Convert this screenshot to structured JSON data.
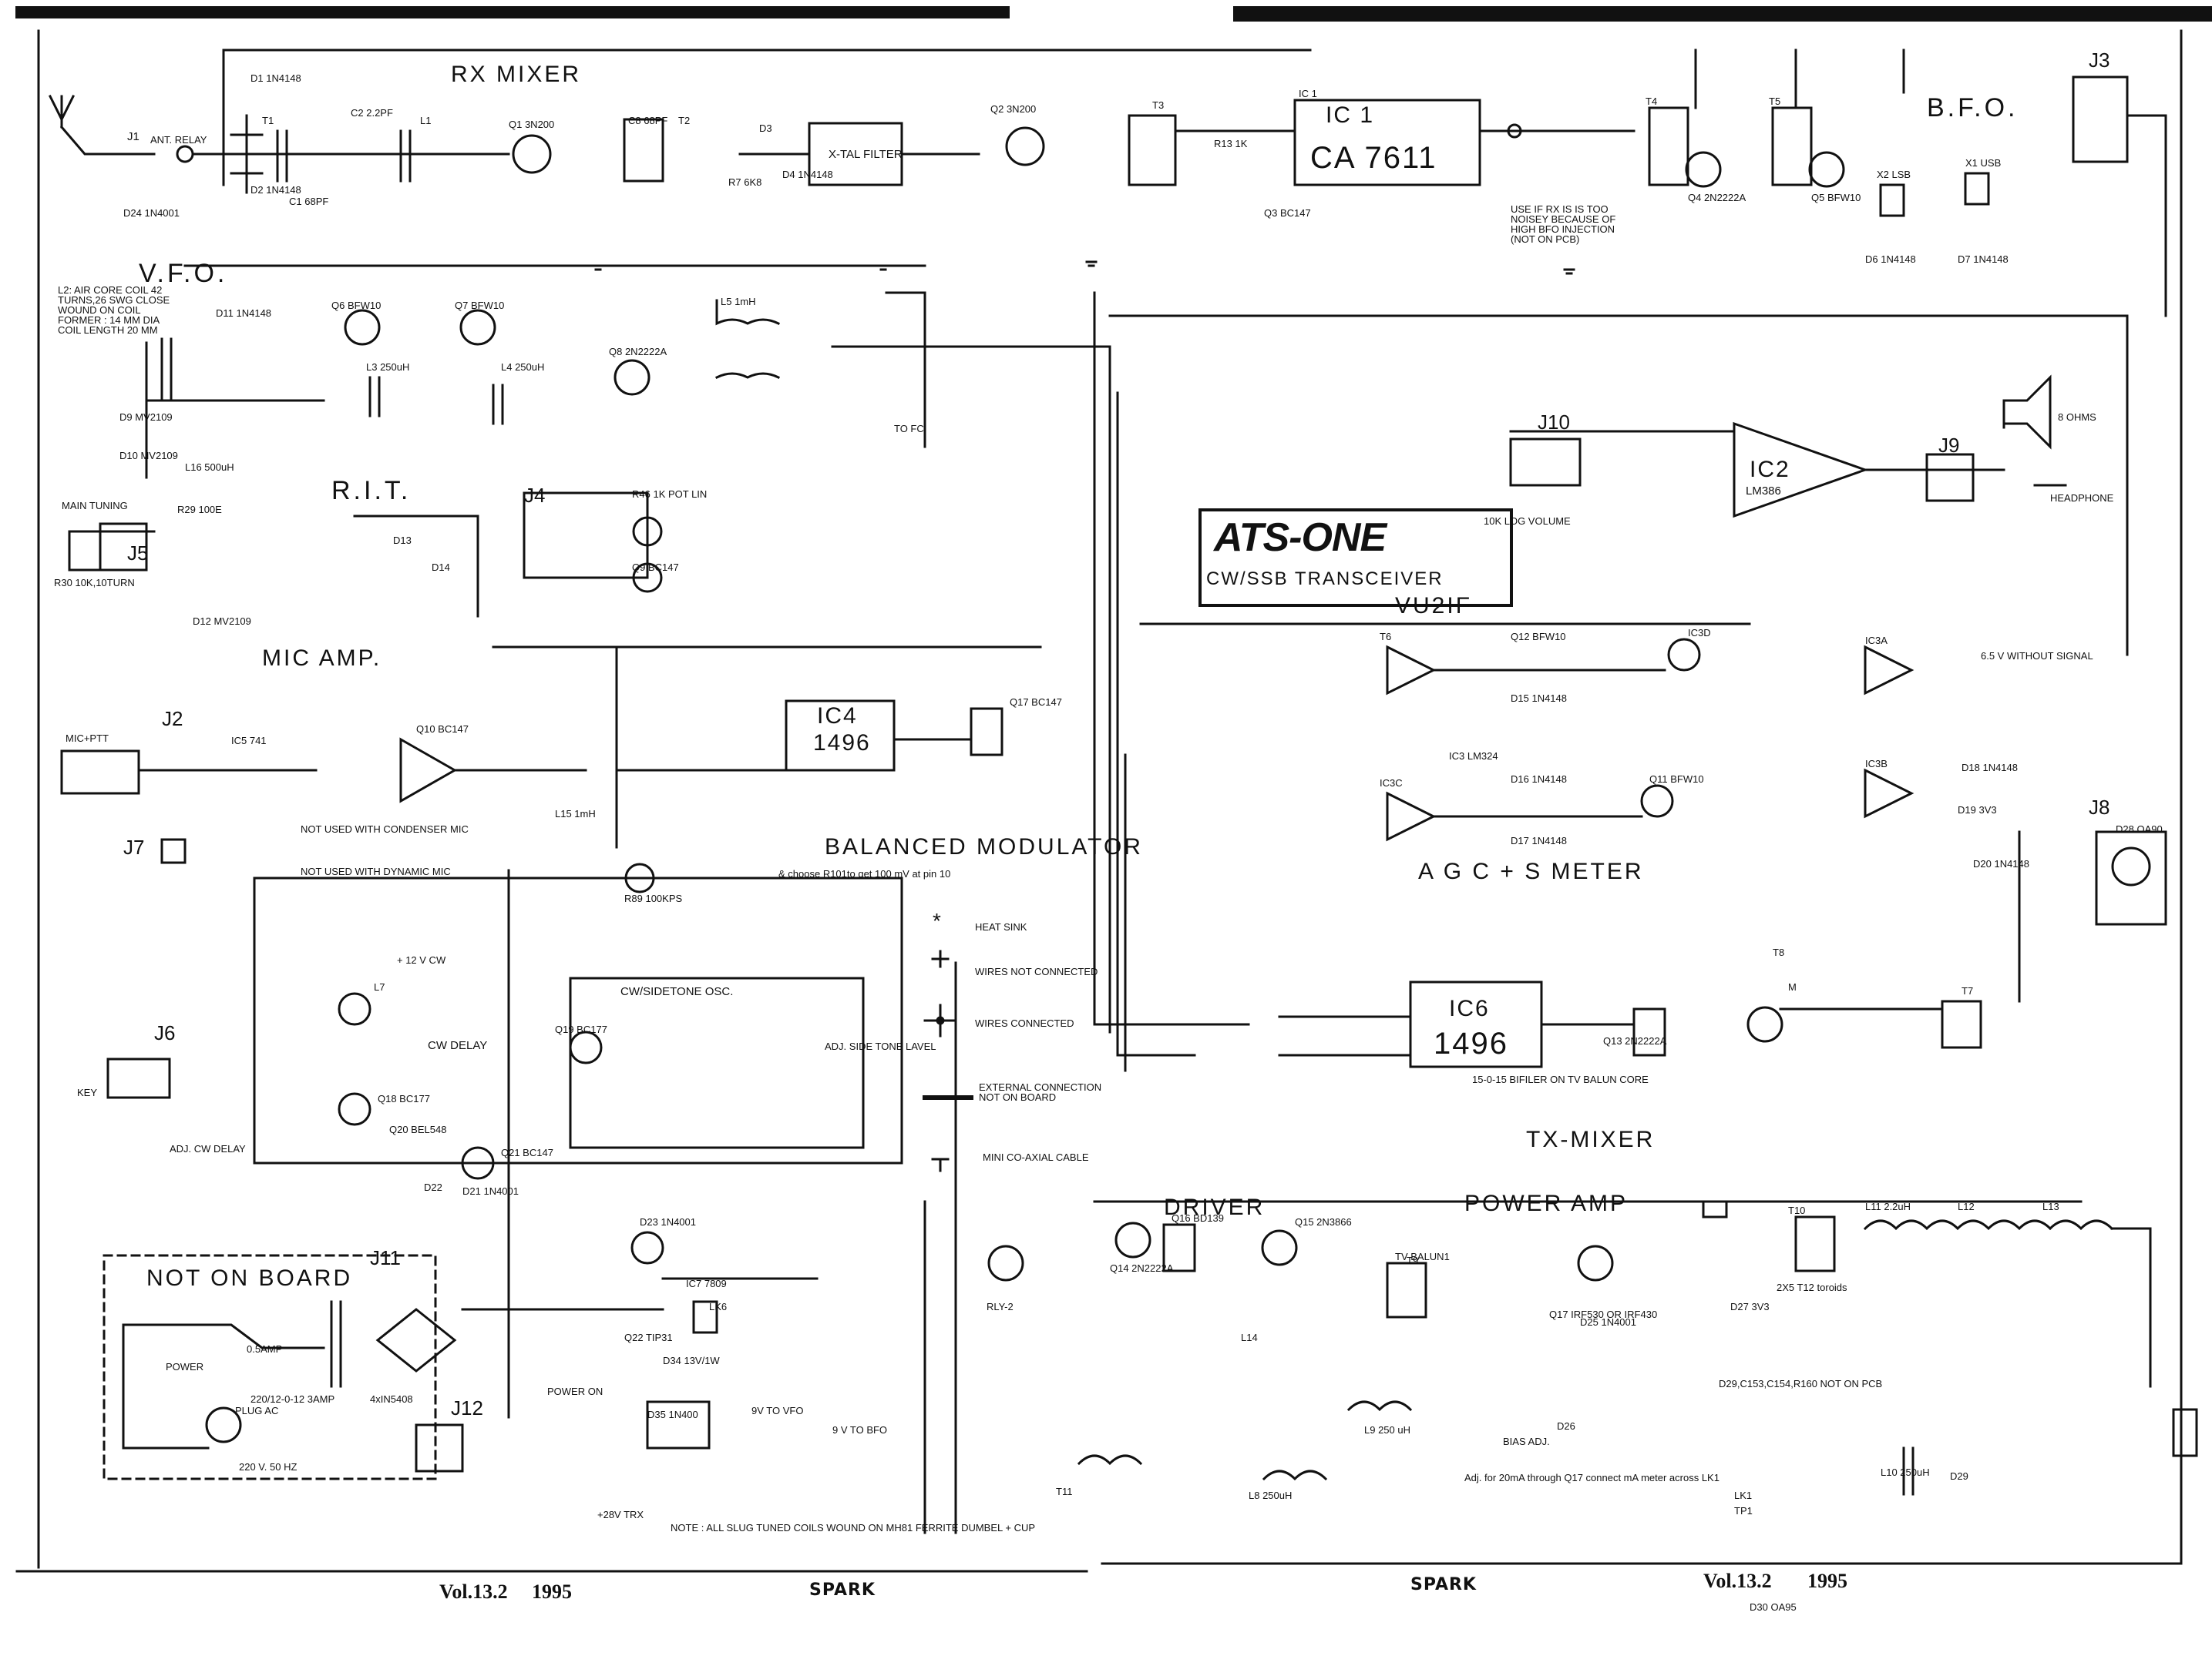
{
  "sections": {
    "rx_mixer": "RX MIXER",
    "vfo": "V.F.O.",
    "rit": "R.I.T.",
    "mic_amp": "MIC AMP.",
    "balanced_modulator": "BALANCED MODULATOR",
    "bfo": "B.F.O.",
    "agc_s_meter": "A G C + S METER",
    "tx_mixer": "TX-MIXER",
    "driver": "DRIVER",
    "power_amp": "POWER AMP",
    "cw_sidetone": "CW/SIDETONE OSC.",
    "cw_delay": "CW DELAY",
    "not_on_board": "NOT ON BOARD"
  },
  "title_box": {
    "title": "ATS-ONE",
    "subtitle": "CW/SSB TRANSCEIVER",
    "callsign": "VU2IF"
  },
  "ics": [
    {
      "id": "ic1",
      "name": "IC 1",
      "type": "CA 7611"
    },
    {
      "id": "ic2",
      "name": "IC2",
      "type": "LM386"
    },
    {
      "id": "ic4",
      "name": "IC4",
      "type": "1496"
    },
    {
      "id": "ic6",
      "name": "IC6",
      "type": "1496"
    }
  ],
  "connectors": {
    "j1": "J1",
    "j2": "J2",
    "j3": "J3",
    "j4": "J4",
    "j5": "J5",
    "j6": "J6",
    "j7": "J7",
    "j8": "J8",
    "j9": "J9",
    "j10": "J10",
    "j11": "J11",
    "j12": "J12"
  },
  "labels": {
    "ant_relay": "ANT. RELAY",
    "x_tal_filter": "X-TAL FILTER",
    "main_tuning": "MAIN TUNING",
    "mic_ptt": "MIC+PTT",
    "key": "KEY",
    "headphone": "HEADPHONE",
    "speaker": "8 OHMS",
    "volume": "10K LOG VOLUME",
    "power": "POWER",
    "plug_ac": "PLUG AC",
    "mains": "220 V. 50 HZ",
    "fuse": "0.5AMP",
    "transformer": "220/12-0-12 3AMP",
    "bridge": "4xIN5408",
    "power_on": "POWER ON",
    "to_fc": "TO FC",
    "tv_balun": "TV BALUN1",
    "toroids": "2X5 T12 toroids",
    "bias_adj": "BIAS ADJ.",
    "not_on_pcb": "D29,C153,C154,R160 NOT ON PCB",
    "without_signal": "6.5 V WITHOUT SIGNAL",
    "adj_side_tone": "ADJ. SIDE TONE LAVEL",
    "adj_cw_delay": "ADJ. CW DELAY",
    "lk1": "LK1",
    "tp1": "TP1",
    "volt_28": "+28V TRX",
    "volt_12cw": "+ 12 V CW",
    "v9_vfo": "9V TO VFO",
    "v9_bfo": "9 V TO BFO",
    "note_bottom": "NOTE : ALL SLUG TUNED COILS WOUND ON MH81 FERRITE DUMBEL + CUP",
    "adj_20ma": "Adj. for 20mA through Q17 connect mA meter across LK1",
    "choose_r101": "& choose R101to get 100 mV at pin 10",
    "not_used_condenser": "NOT USED WITH CONDENSER MIC",
    "not_used_dynamic": "NOT USED WITH DYNAMIC MIC",
    "bfo_note": "USE IF RX IS IS TOO NOISEY BECAUSE OF HIGH BFO INJECTION (NOT ON PCB)",
    "coil_note": "L2: AIR CORE COIL 42 TURNS,26 SWG CLOSE WOUND ON COIL FORMER : 14 MM DIA COIL LENGTH 20 MM",
    "filar": "15-0-15 BIFILER ON TV BALUN CORE",
    "q17": "Q17 IRF530 OR IRF430",
    "lm324": "IC3 LM324"
  },
  "legend": [
    {
      "symbol": "*",
      "text": "HEAT SINK"
    },
    {
      "symbol": "cross",
      "text": "WIRES NOT CONNECTED"
    },
    {
      "symbol": "dot",
      "text": "WIRES CONNECTED"
    },
    {
      "symbol": "thick",
      "text": "EXTERNAL CONNECTION NOT ON BOARD"
    },
    {
      "symbol": "coax",
      "text": "MINI CO-AXIAL CABLE"
    }
  ],
  "footer": {
    "left_volume": "Vol.13.2",
    "left_year": "1995",
    "left_brand": "SPARK",
    "right_brand": "SPARK",
    "right_volume": "Vol.13.2",
    "right_year": "1995"
  },
  "component_labels": [
    "D1 1N4148",
    "D2 1N4148",
    "D24 1N4001",
    "C1 68PF",
    "C2 2.2PF",
    "T1",
    "L1",
    "Q1 3N200",
    "C8 68PF",
    "T2",
    "D3",
    "D4 1N4148",
    "R7 6K8",
    "Q2 3N200",
    "T3",
    "R13 1K",
    "IC 1",
    "T4",
    "T5",
    "Q3 BC147",
    "Q4 2N2222A",
    "Q5 BFW10",
    "X1 USB",
    "X2 LSB",
    "D6 1N4148",
    "D7 1N4148",
    "Q6 BFW10",
    "Q7 BFW10",
    "Q8 2N2222A",
    "L3 250uH",
    "L4 250uH",
    "L5 1mH",
    "D9 MV2109",
    "D10 MV2109",
    "L16 500uH",
    "R29 100E",
    "R30 10K,10TURN",
    "D11 1N4148",
    "D12 MV2109",
    "D13",
    "D14",
    "R46 1K POT LIN",
    "Q9 BC147",
    "Q10 BC147",
    "IC5 741",
    "L15 1mH",
    "R89 100KPS",
    "Q17 BC147",
    "T6",
    "IC3C",
    "IC3B",
    "IC3A",
    "IC3D",
    "Q11 BFW10",
    "Q12 BFW10",
    "D15 1N4148",
    "D16 1N4148",
    "D17 1N4148",
    "D18 1N4148",
    "D19 3V3",
    "D20 1N4148",
    "D28 OA90",
    "M",
    "Q13 2N2222A",
    "T7",
    "T8",
    "L7",
    "Q18 BC177",
    "Q19 BC177",
    "Q21 BC147",
    "Q20 BEL548",
    "D21 1N4001",
    "D22",
    "D23 1N4001",
    "Q22 TIP31",
    "D34 13V/1W",
    "D35 1N400",
    "IC7 7809",
    "LK6",
    "RLY-2",
    "Q14 2N2222A",
    "Q15 2N3866",
    "Q16 BD139",
    "T9",
    "T10",
    "T11",
    "L8 250uH",
    "L9 250 uH",
    "L10 250uH",
    "L11 2.2uH",
    "L12",
    "L13",
    "L14",
    "D25 1N4001",
    "D26",
    "D27 3V3",
    "D29",
    "D30 OA95"
  ]
}
